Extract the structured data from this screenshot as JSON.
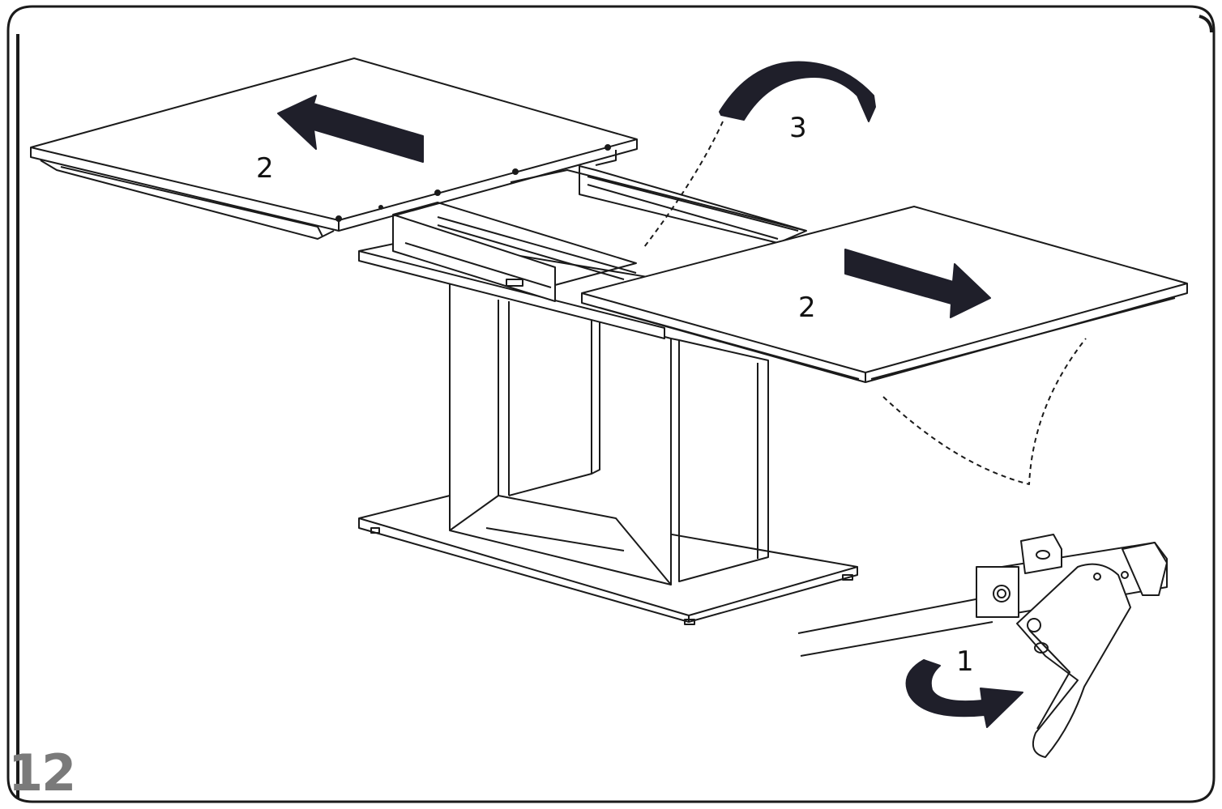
{
  "step": {
    "number": "12"
  },
  "callouts": {
    "release_lever": "1",
    "pull_leaves_left": "2",
    "pull_leaves_right": "2",
    "unfold_center": "3"
  },
  "colors": {
    "line": "#1a1a1a",
    "arrow_fill": "#1f1f2a",
    "step_number": "#7a7a7a",
    "background": "#ffffff"
  },
  "icons": {
    "left_arrow": "straight-arrow-left",
    "right_arrow": "straight-arrow-right",
    "flip_arrow": "curved-arrow-flip",
    "lever_arrow": "curved-arrow-rotate"
  }
}
